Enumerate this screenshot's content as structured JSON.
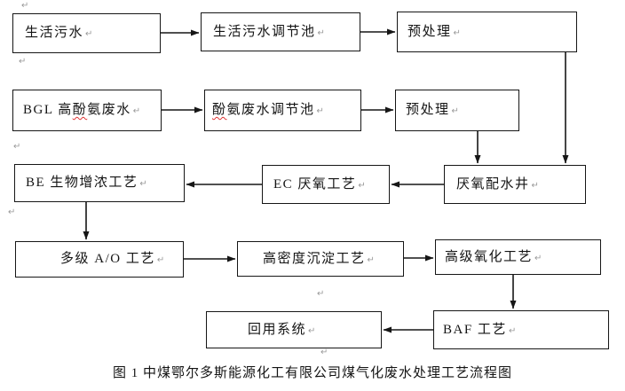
{
  "figure": {
    "caption": "图 1 中煤鄂尔多斯能源化工有限公司煤气化废水处理工艺流程图"
  },
  "marks": {
    "return": "↵"
  },
  "nodes": [
    {
      "label": "生活污水"
    },
    {
      "label": "生活污水调节池"
    },
    {
      "label": "预处理"
    },
    {
      "label_pre": "BGL 高",
      "label_wavy": "酚",
      "label_post": "氨废水"
    },
    {
      "label_pre": "",
      "label_wavy": "酚",
      "label_post": "氨废水调节池"
    },
    {
      "label": "预处理"
    },
    {
      "label": "BE 生物增浓工艺"
    },
    {
      "label": "EC 厌氧工艺"
    },
    {
      "label": "厌氧配水井"
    },
    {
      "label": "多级 A/O 工艺"
    },
    {
      "label": "高密度沉淀工艺"
    },
    {
      "label": "高级氧化工艺"
    },
    {
      "label": "回用系统"
    },
    {
      "label": "BAF 工艺"
    }
  ],
  "colors": {
    "line": "#161616",
    "spellcheck_wavy": "#e03434",
    "formatting_mark": "#9a9a9a"
  }
}
